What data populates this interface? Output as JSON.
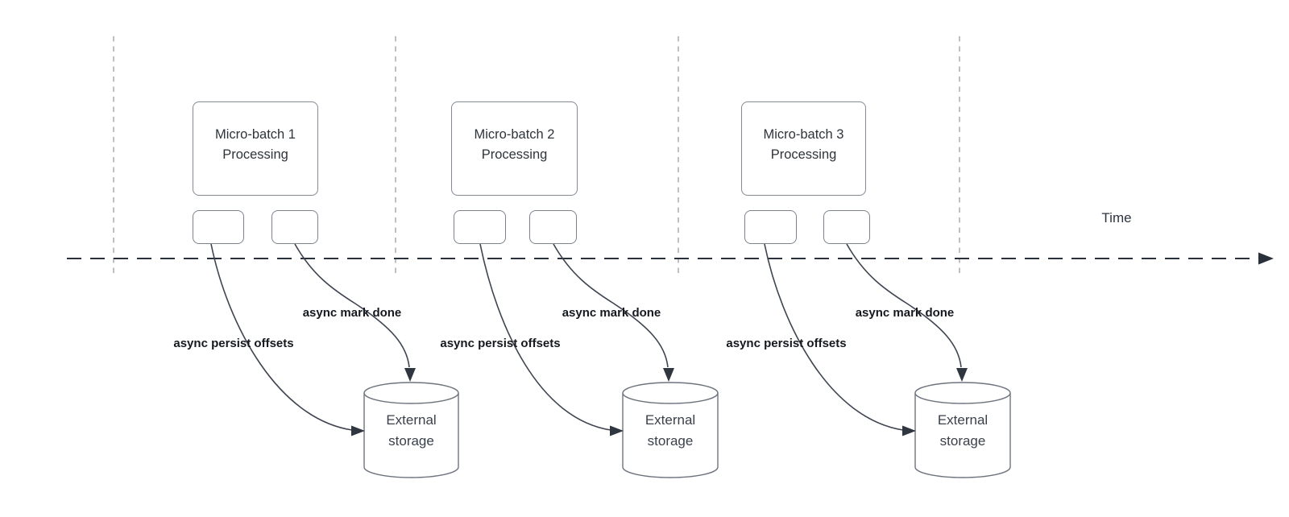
{
  "diagram": {
    "time_axis_label": "Time",
    "sections": [
      {
        "batch_title": "Micro-batch 1",
        "batch_subtitle": "Processing",
        "persist_arrow_label": "async persist offsets",
        "mark_done_arrow_label": "async mark done",
        "storage_line1": "External",
        "storage_line2": "storage"
      },
      {
        "batch_title": "Micro-batch 2",
        "batch_subtitle": "Processing",
        "persist_arrow_label": "async persist offsets",
        "mark_done_arrow_label": "async mark done",
        "storage_line1": "External",
        "storage_line2": "storage"
      },
      {
        "batch_title": "Micro-batch 3",
        "batch_subtitle": "Processing",
        "persist_arrow_label": "async persist offsets",
        "mark_done_arrow_label": "async mark done",
        "storage_line1": "External",
        "storage_line2": "storage"
      }
    ],
    "colors": {
      "timeline": "#2a313b",
      "interval_guides": "#a8abb0",
      "arrow_stroke": "#3e4450",
      "arrowhead_fill": "#2f3640",
      "box_border": "#848a93",
      "cylinder_border": "#6e747e",
      "box_text": "#2f343a",
      "label_text": "#15191e"
    }
  }
}
